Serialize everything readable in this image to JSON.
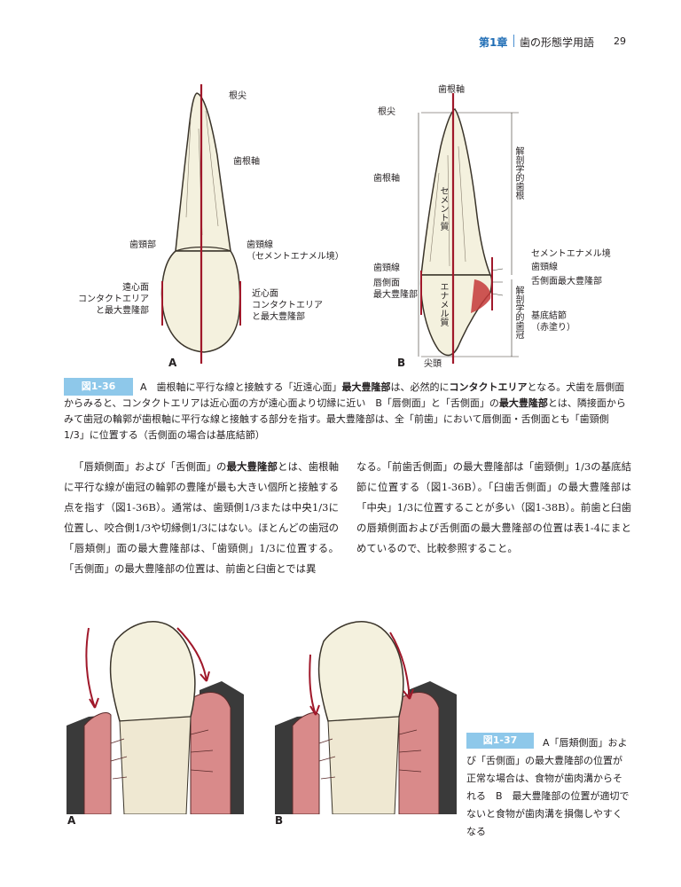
{
  "header": {
    "chapter": "第1章",
    "section": "歯の形態学用語",
    "page_number": "29"
  },
  "figure_36": {
    "a": {
      "letter": "A",
      "labels": {
        "root_apex": "根尖",
        "tooth_axis": "歯根軸",
        "cervical": "歯頸部",
        "cervical_line_1": "歯頸線",
        "cervical_line_2": "（セメントエナメル境）",
        "mesial_1": "遠心面",
        "mesial_2": "コンタクトエリア",
        "mesial_3": "と最大豊隆部",
        "distal_1": "近心面",
        "distal_2": "コンタクトエリア",
        "distal_3": "と最大豊隆部"
      }
    },
    "b": {
      "letter": "B",
      "labels": {
        "tooth_axis_top": "歯根軸",
        "root_apex": "根尖",
        "tooth_axis": "歯根軸",
        "cementum": "セメント質",
        "enamel": "エナメル質",
        "anatomical_root": "解剖学的歯根",
        "anatomical_crown": "解剖学的歯冠",
        "cej": "セメントエナメル境",
        "cervical_line": "歯頸線",
        "lingual_max": "舌側面最大豊隆部",
        "cervical_line_left": "歯頸線",
        "labial_1": "唇側面",
        "labial_2": "最大豊隆部",
        "cingulum_1": "基底結節",
        "cingulum_2": "（赤塗り）",
        "incisal_tip": "尖頭"
      }
    },
    "caption": {
      "tag": "図1-36",
      "a_prefix": "A　歯根軸に平行な線と接触する「近遠心面」",
      "a_bold1": "最大豊隆部",
      "a_mid": "は、必然的に",
      "a_bold2": "コンタクトエリア",
      "a_rest": "となる。犬歯を唇側面からみると、コンタクトエリアは近心面の方が遠心面より切縁に近い　B「唇側面」と「舌側面」の",
      "b_bold": "最大豊隆部",
      "b_rest": "とは、隣接面からみて歯冠の輪郭が歯根軸に平行な線と接触する部分を指す。最大豊隆部は、全「前歯」において唇側面・舌側面とも「歯頸側 1/3」に位置する（舌側面の場合は基底結節）"
    }
  },
  "body": {
    "left_1": "「唇頬側面」および「舌側面」の",
    "left_bold": "最大豊隆部",
    "left_2": "とは、歯根軸に平行な線が歯冠の輪郭の豊隆が最も大きい個所と接触する点を指す（図1-36B）。通常は、歯頸側1/3または中央1/3に位置し、咬合側1/3や切縁側1/3にはない。ほとんどの歯冠の「唇頬側」面の最大豊隆部は、「歯頸側」1/3に位置する。「舌側面」の最大豊隆部の位置は、前歯と臼歯とでは異",
    "right": "なる。「前歯舌側面」の最大豊隆部は「歯頸側」1/3の基底結節に位置する（図1-36B）。「臼歯舌側面」の最大豊隆部は「中央」1/3に位置することが多い（図1-38B）。前歯と臼歯の唇頬側面および舌側面の最大豊隆部の位置は表1-4にまとめているので、比較参照すること。"
  },
  "figure_37": {
    "a_letter": "A",
    "b_letter": "B",
    "caption": {
      "tag": "図1-37",
      "text": "A「唇頬側面」および「舌側面」の最大豊隆部の位置が正常な場合は、食物が歯肉溝からそれる　B　最大豊隆部の位置が適切でないと食物が歯肉溝を損傷しやすくなる"
    }
  },
  "colors": {
    "accent_blue": "#1f6db5",
    "caption_tag": "#8ec8ea",
    "axis_red": "#a0182a",
    "gum_pink": "#d98a8a",
    "tooth_ivory": "#f4f1de"
  }
}
